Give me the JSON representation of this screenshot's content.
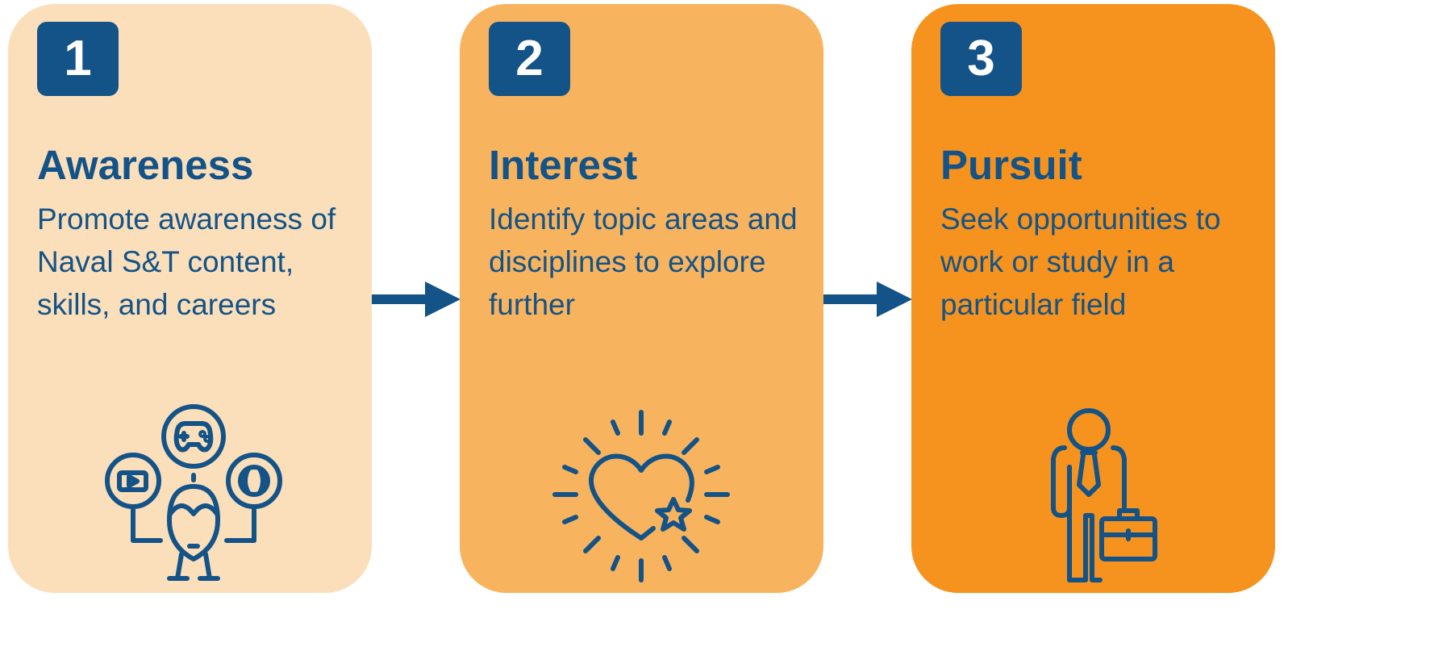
{
  "colors": {
    "stage_1_bg": "#fbdfbb",
    "stage_2_bg": "#f8b35f",
    "stage_3_bg": "#f6921e",
    "accent": "#135387"
  },
  "stages": [
    {
      "number": "1",
      "title": "Awareness",
      "description": "Promote awareness of Naval S&T content, skills, and careers",
      "icon": "person-with-media-icons"
    },
    {
      "number": "2",
      "title": "Interest",
      "description": "Identify topic areas and disciplines to explore further",
      "icon": "shining-heart-star-icon"
    },
    {
      "number": "3",
      "title": "Pursuit",
      "description": "Seek opportunities to work or study in a particular field",
      "icon": "businessman-briefcase-icon"
    }
  ]
}
